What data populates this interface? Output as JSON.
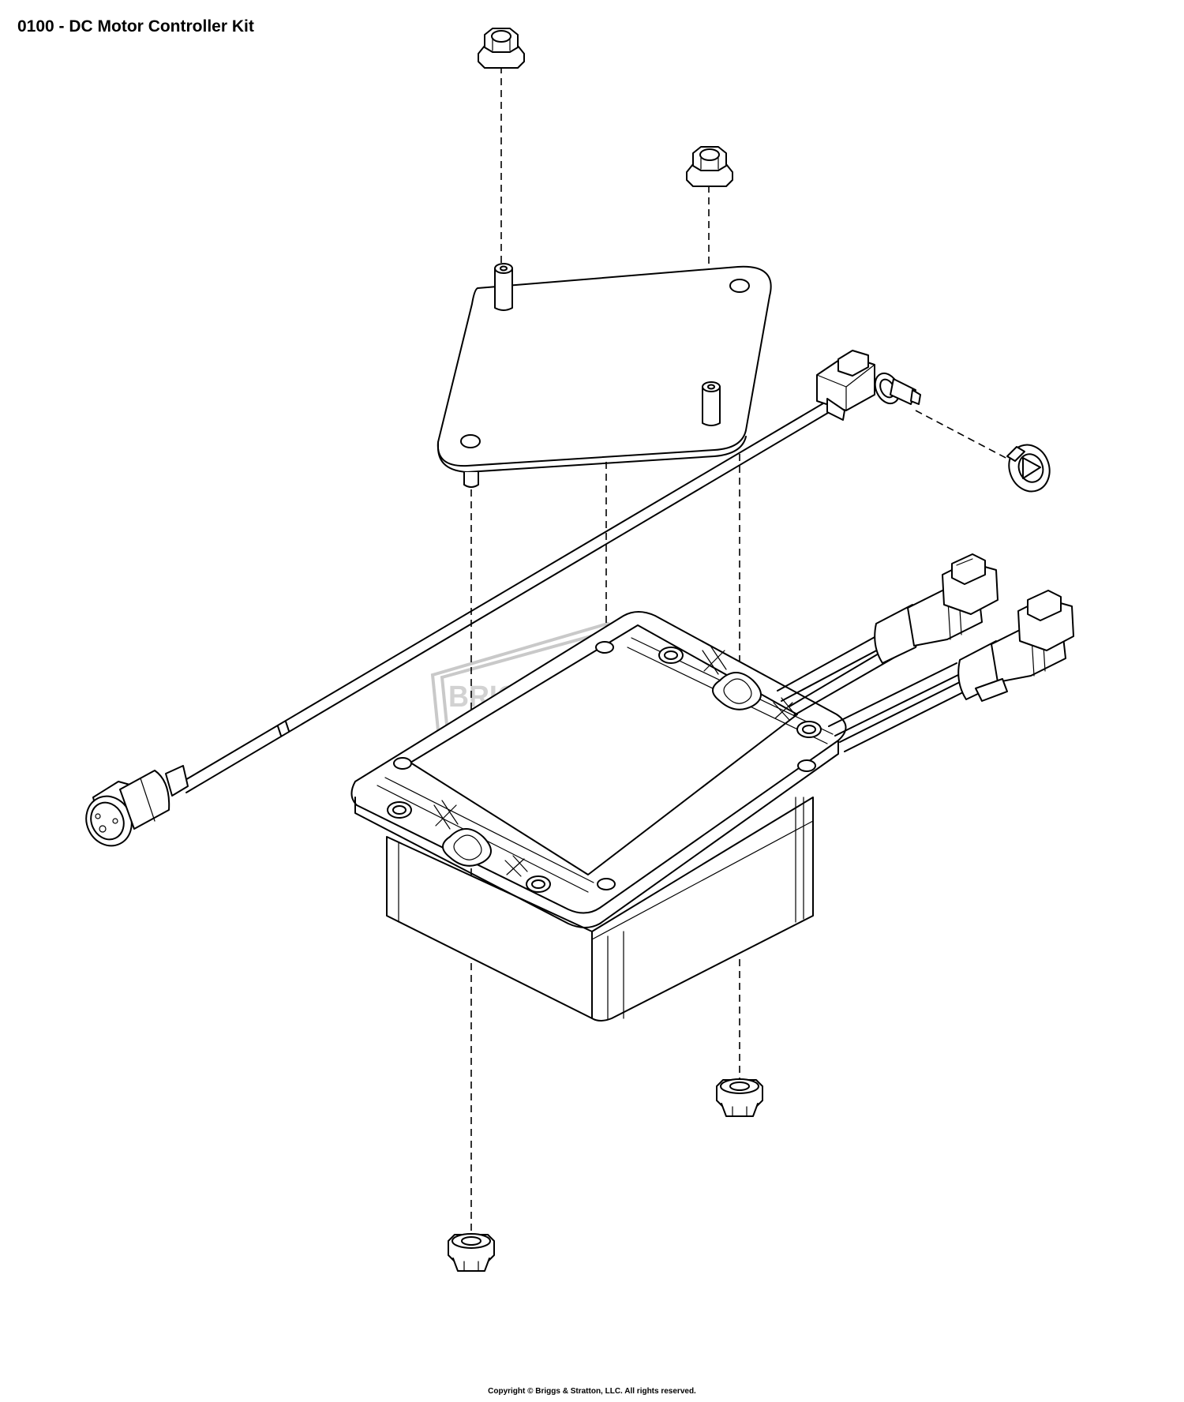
{
  "diagram": {
    "title": "0100 - DC Motor Controller Kit",
    "watermark": "BRIGGS&STRATTON",
    "copyright": "Copyright © Briggs & Stratton, LLC. All rights reserved."
  },
  "colors": {
    "line": "#000000",
    "background": "#ffffff",
    "watermark": "#c9c9c9"
  }
}
